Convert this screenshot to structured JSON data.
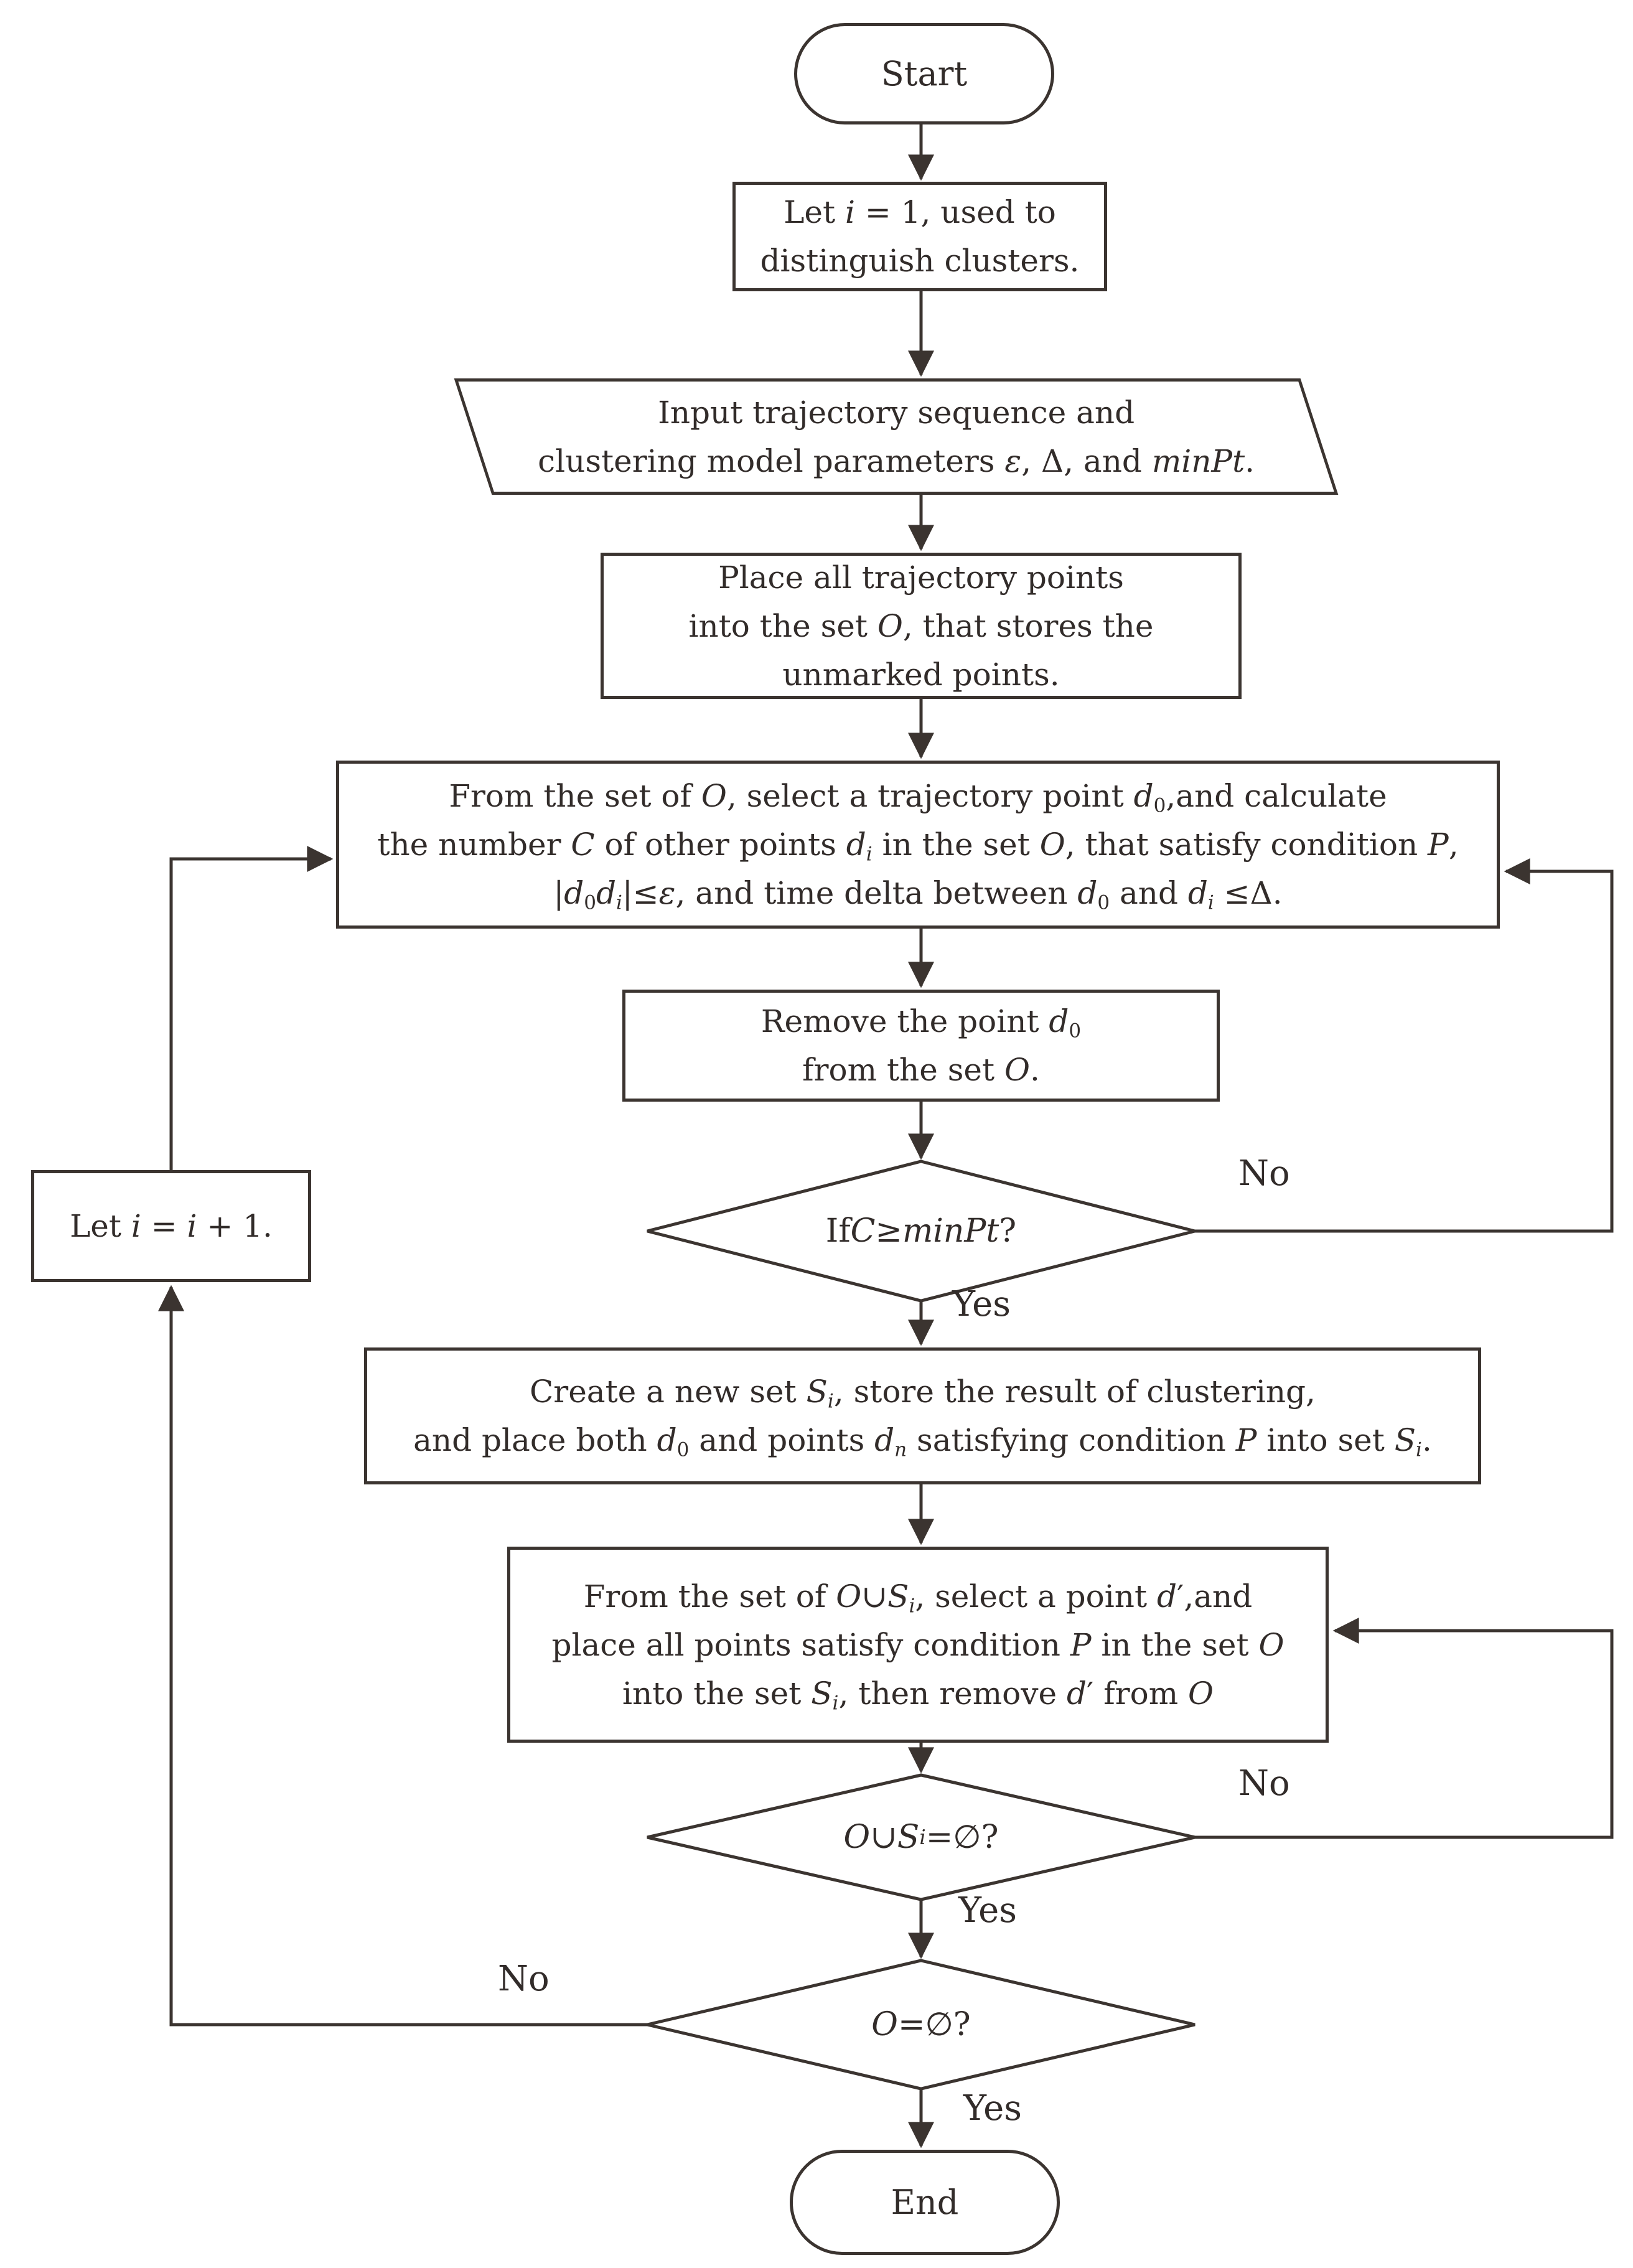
{
  "figure": {
    "type": "flowchart",
    "colors": {
      "line": "#3b3430",
      "text": "#322c2a",
      "background": "#ffffff"
    }
  },
  "labels": {
    "yes": "Yes",
    "no": "No"
  },
  "nodes": {
    "start": {
      "label": "Start"
    },
    "init": {
      "lines": [
        "Let i = 1, used to",
        "distinguish clusters."
      ]
    },
    "input": {
      "lines": [
        "Input trajectory sequence and",
        "clustering model parameters ε, Δ, and minPt."
      ]
    },
    "place_points": {
      "lines": [
        "Place all trajectory points",
        "into the set O, that stores the",
        "unmarked points."
      ]
    },
    "select_point": {
      "lines": [
        "From the set of O, select a trajectory point d₀,and calculate",
        "the number C of other points dᵢ in the set O, that satisfy condition P,",
        "|d₀dᵢ|≤ε, and time delta between d₀ and dᵢ ≤Δ."
      ]
    },
    "remove_point": {
      "lines": [
        "Remove the point d₀",
        "from the set O."
      ]
    },
    "check_minpt": {
      "label": "If C ≥ minPt?"
    },
    "increment": {
      "label": "Let i = i + 1."
    },
    "create_set": {
      "lines": [
        "Create a new set Sᵢ, store the result of clustering,",
        "and place both d₀ and points dₙ satisfying condition P into set Sᵢ."
      ]
    },
    "expand_set": {
      "lines": [
        "From the set of O∪Sᵢ, select a point d′,and",
        "place all points satisfy condition P in the set O",
        "into the set Sᵢ, then remove d′ from O"
      ]
    },
    "check_union": {
      "label": "O∪Sᵢ=∅?"
    },
    "check_empty": {
      "label": "O =∅?"
    },
    "end": {
      "label": "End"
    }
  },
  "edges": [
    {
      "from": "start",
      "to": "init",
      "label": ""
    },
    {
      "from": "init",
      "to": "input",
      "label": ""
    },
    {
      "from": "input",
      "to": "place_points",
      "label": ""
    },
    {
      "from": "place_points",
      "to": "select_point",
      "label": ""
    },
    {
      "from": "select_point",
      "to": "remove_point",
      "label": ""
    },
    {
      "from": "remove_point",
      "to": "check_minpt",
      "label": ""
    },
    {
      "from": "check_minpt",
      "to": "create_set",
      "label": "Yes"
    },
    {
      "from": "check_minpt",
      "to": "select_point",
      "label": "No"
    },
    {
      "from": "create_set",
      "to": "expand_set",
      "label": ""
    },
    {
      "from": "expand_set",
      "to": "check_union",
      "label": ""
    },
    {
      "from": "check_union",
      "to": "expand_set",
      "label": "No"
    },
    {
      "from": "check_union",
      "to": "check_empty",
      "label": "Yes"
    },
    {
      "from": "check_empty",
      "to": "increment",
      "label": "No"
    },
    {
      "from": "increment",
      "to": "select_point",
      "label": ""
    },
    {
      "from": "check_empty",
      "to": "end",
      "label": "Yes"
    }
  ]
}
